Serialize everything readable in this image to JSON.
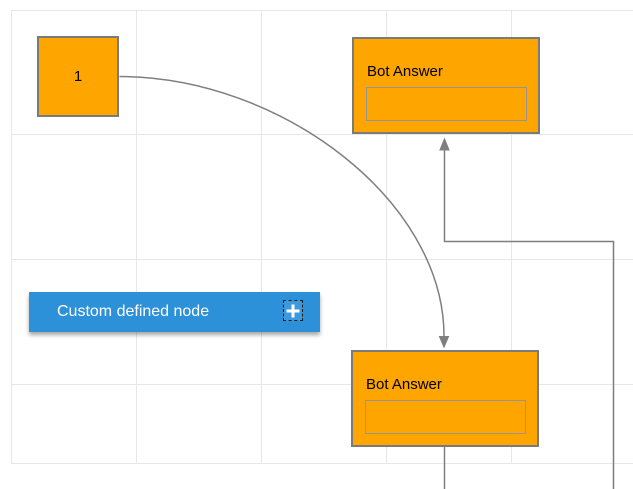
{
  "diagram": {
    "nodes": {
      "start_node": {
        "label": "1",
        "shape": "square",
        "fill": "#FFA500"
      },
      "bot_answer_top": {
        "title": "Bot Answer",
        "fill": "#FFA500",
        "has_text_box": true
      },
      "bot_answer_bottom": {
        "title": "Bot Answer",
        "fill": "#FFA500",
        "has_text_box": true
      },
      "custom_node": {
        "label": "Custom defined node",
        "fill": "#2C91D8",
        "icon": "plus-icon"
      }
    },
    "connectors": [
      {
        "name": "curve-connector",
        "type": "bezier",
        "from": "start_node",
        "to": "bot_answer_bottom",
        "arrow_direction": "down"
      },
      {
        "name": "orthogonal-connector",
        "type": "orthogonal",
        "from": "bot_answer_bottom",
        "to": "bot_answer_top",
        "arrow_direction": "up"
      }
    ],
    "grid": {
      "visible": true,
      "cell_size": 125
    },
    "colors": {
      "node_fill_orange": "#FFA500",
      "node_border": "#7a7a7a",
      "inner_box_border": "#959595",
      "custom_node_fill": "#2C91D8",
      "custom_node_text": "#ffffff",
      "connector_stroke": "#7f7f7f",
      "grid_line": "#e7e7e7",
      "background": "#ffffff"
    }
  }
}
